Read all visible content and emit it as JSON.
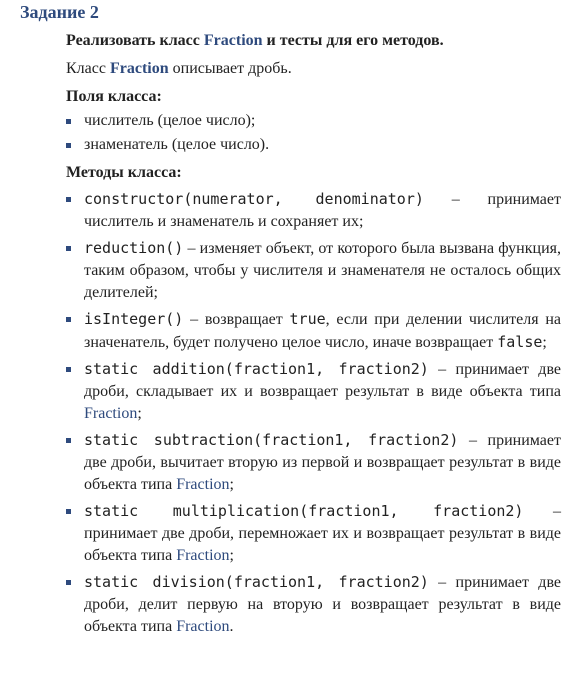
{
  "task": {
    "title": "Задание 2"
  },
  "intro": {
    "heading_prefix": "Реализовать класс ",
    "heading_class": "Fraction",
    "heading_suffix": " и тесты для его методов.",
    "desc_prefix": "Класс ",
    "desc_class": "Fraction",
    "desc_suffix": " описывает дробь."
  },
  "fields": {
    "heading": "Поля класса:",
    "items": [
      "числитель (целое число);",
      "знаменатель (целое число)."
    ]
  },
  "methods": {
    "heading": "Методы класса:",
    "items": [
      {
        "code": "constructor(numerator, denominator)",
        "text": " – принимает числитель и знаменатель и сохраняет их;"
      },
      {
        "code": "reduction()",
        "text": " – изменяет объект, от которого была вызвана функция, таким образом, чтобы у числителя и знаменателя не осталось общих делителей;"
      },
      {
        "code": "isInteger()",
        "t1": " – возвращает ",
        "code2": "true",
        "t2": ", если при делении числителя на значенатель, будет получено целое число, иначе возвращает ",
        "code3": "false",
        "t3": ";"
      },
      {
        "code": "static addition(fraction1, fraction2)",
        "text": " – принимает две дроби, складывает их и возвращает результат в виде объекта типа ",
        "cls": "Fraction",
        "end": ";"
      },
      {
        "code": "static subtraction(fraction1, fraction2)",
        "text": " – принимает две дроби, вычитает вторую из первой и возвращает результат в виде объекта типа ",
        "cls": "Fraction",
        "end": ";"
      },
      {
        "code": "static multiplication(fraction1, fraction2)",
        "text": " – принимает две дроби, перемножает их и возвращает результат в виде объекта типа ",
        "cls": "Fraction",
        "end": ";"
      },
      {
        "code": "static division(fraction1, fraction2)",
        "text": " – принимает две дроби, делит первую на вторую и возвращает результат в виде объекта типа ",
        "cls": "Fraction",
        "end": "."
      }
    ]
  },
  "colors": {
    "accent": "#2e4a7d",
    "text": "#222222"
  }
}
